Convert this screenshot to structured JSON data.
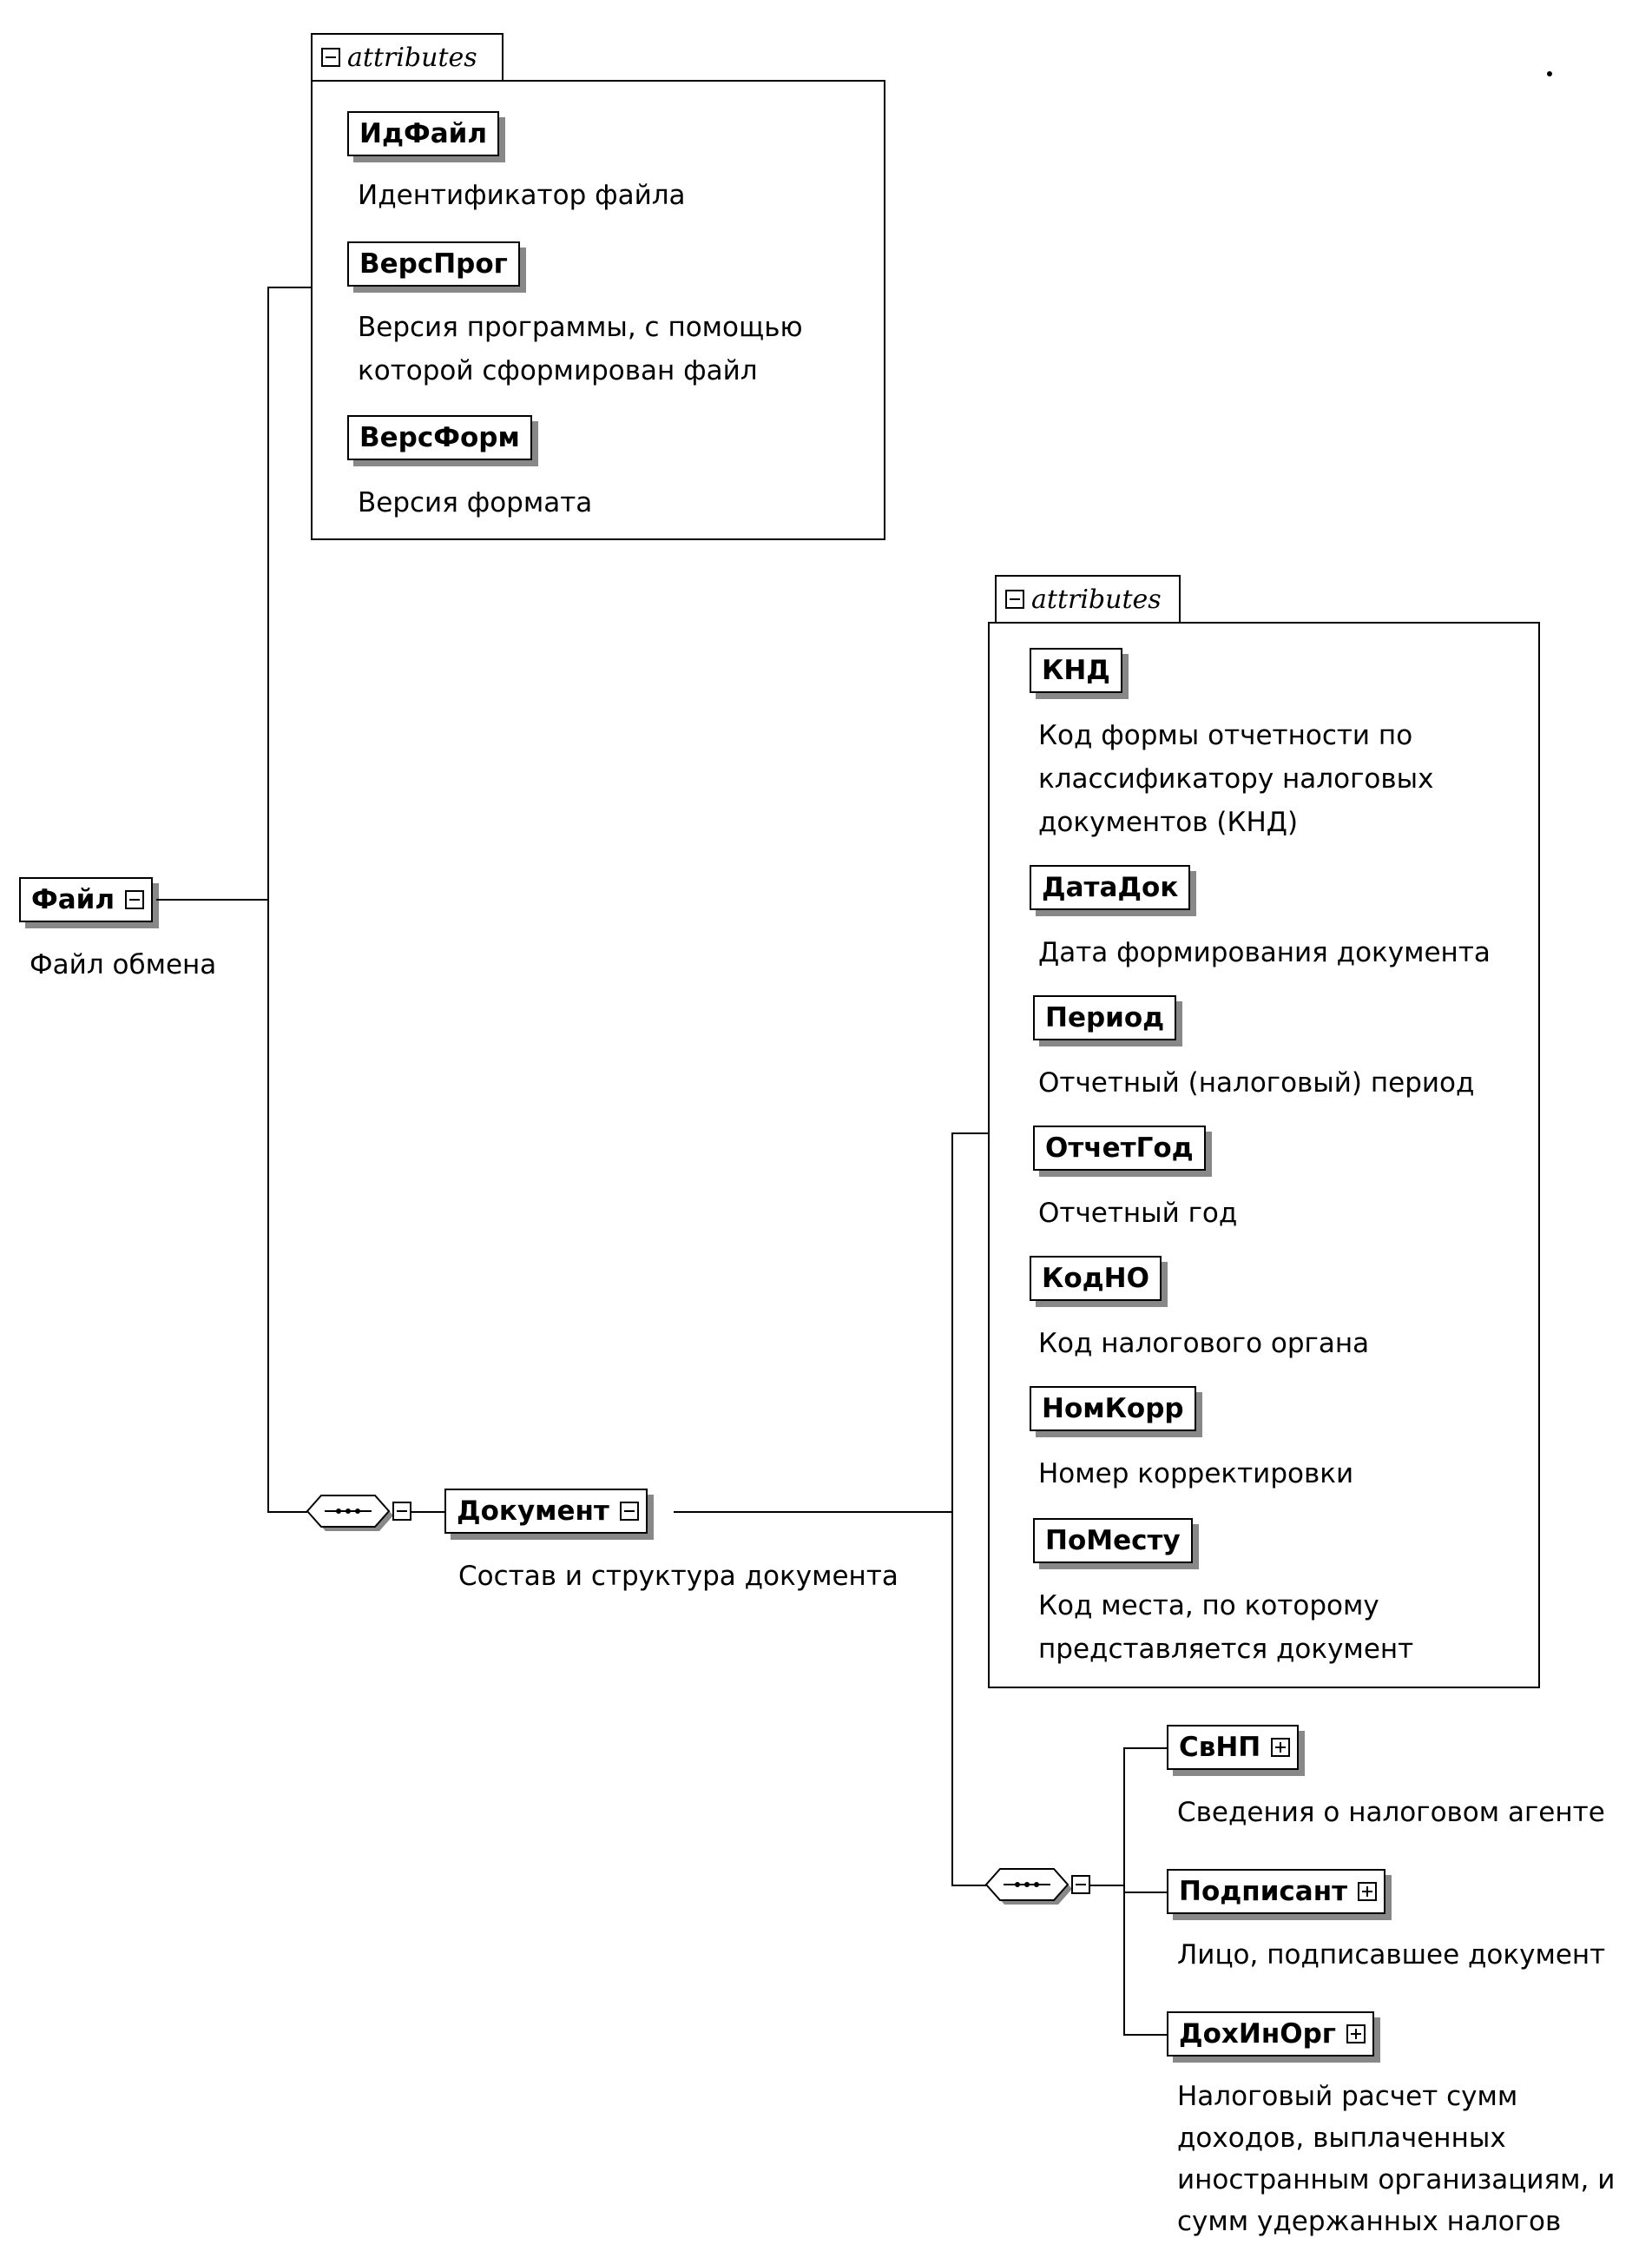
{
  "diagram": {
    "root": {
      "name": "Файл",
      "description": "Файл обмена",
      "attributes_title": "attributes",
      "attributes": [
        {
          "name": "ИдФайл",
          "description": [
            "Идентификатор файла"
          ]
        },
        {
          "name": "ВерсПрог",
          "description": [
            "Версия программы, с помощью",
            "которой сформирован файл"
          ]
        },
        {
          "name": "ВерсФорм",
          "description": [
            "Версия формата"
          ]
        }
      ]
    },
    "document": {
      "name": "Документ",
      "description": "Состав и структура документа",
      "attributes_title": "attributes",
      "attributes": [
        {
          "name": "КНД",
          "description": [
            "Код формы отчетности по",
            "классификатору налоговых",
            "документов (КНД)"
          ]
        },
        {
          "name": "ДатаДок",
          "description": [
            "Дата формирования документа"
          ]
        },
        {
          "name": "Период",
          "description": [
            "Отчетный (налоговый) период"
          ]
        },
        {
          "name": "ОтчетГод",
          "description": [
            "Отчетный год"
          ]
        },
        {
          "name": "КодНО",
          "description": [
            "Код налогового органа"
          ]
        },
        {
          "name": "НомКорр",
          "description": [
            "Номер корректировки"
          ]
        },
        {
          "name": "ПоМесту",
          "description": [
            "Код места, по которому",
            "представляется документ"
          ]
        }
      ],
      "children": [
        {
          "name": "СвНП",
          "description": [
            "Сведения о налоговом агенте"
          ]
        },
        {
          "name": "Подписант",
          "description": [
            "Лицо, подписавшее документ"
          ]
        },
        {
          "name": "ДохИнОрг",
          "description": [
            "Налоговый расчет сумм",
            "доходов, выплаченных",
            "иностранным организациям, и",
            "сумм удержанных налогов"
          ]
        }
      ]
    }
  }
}
